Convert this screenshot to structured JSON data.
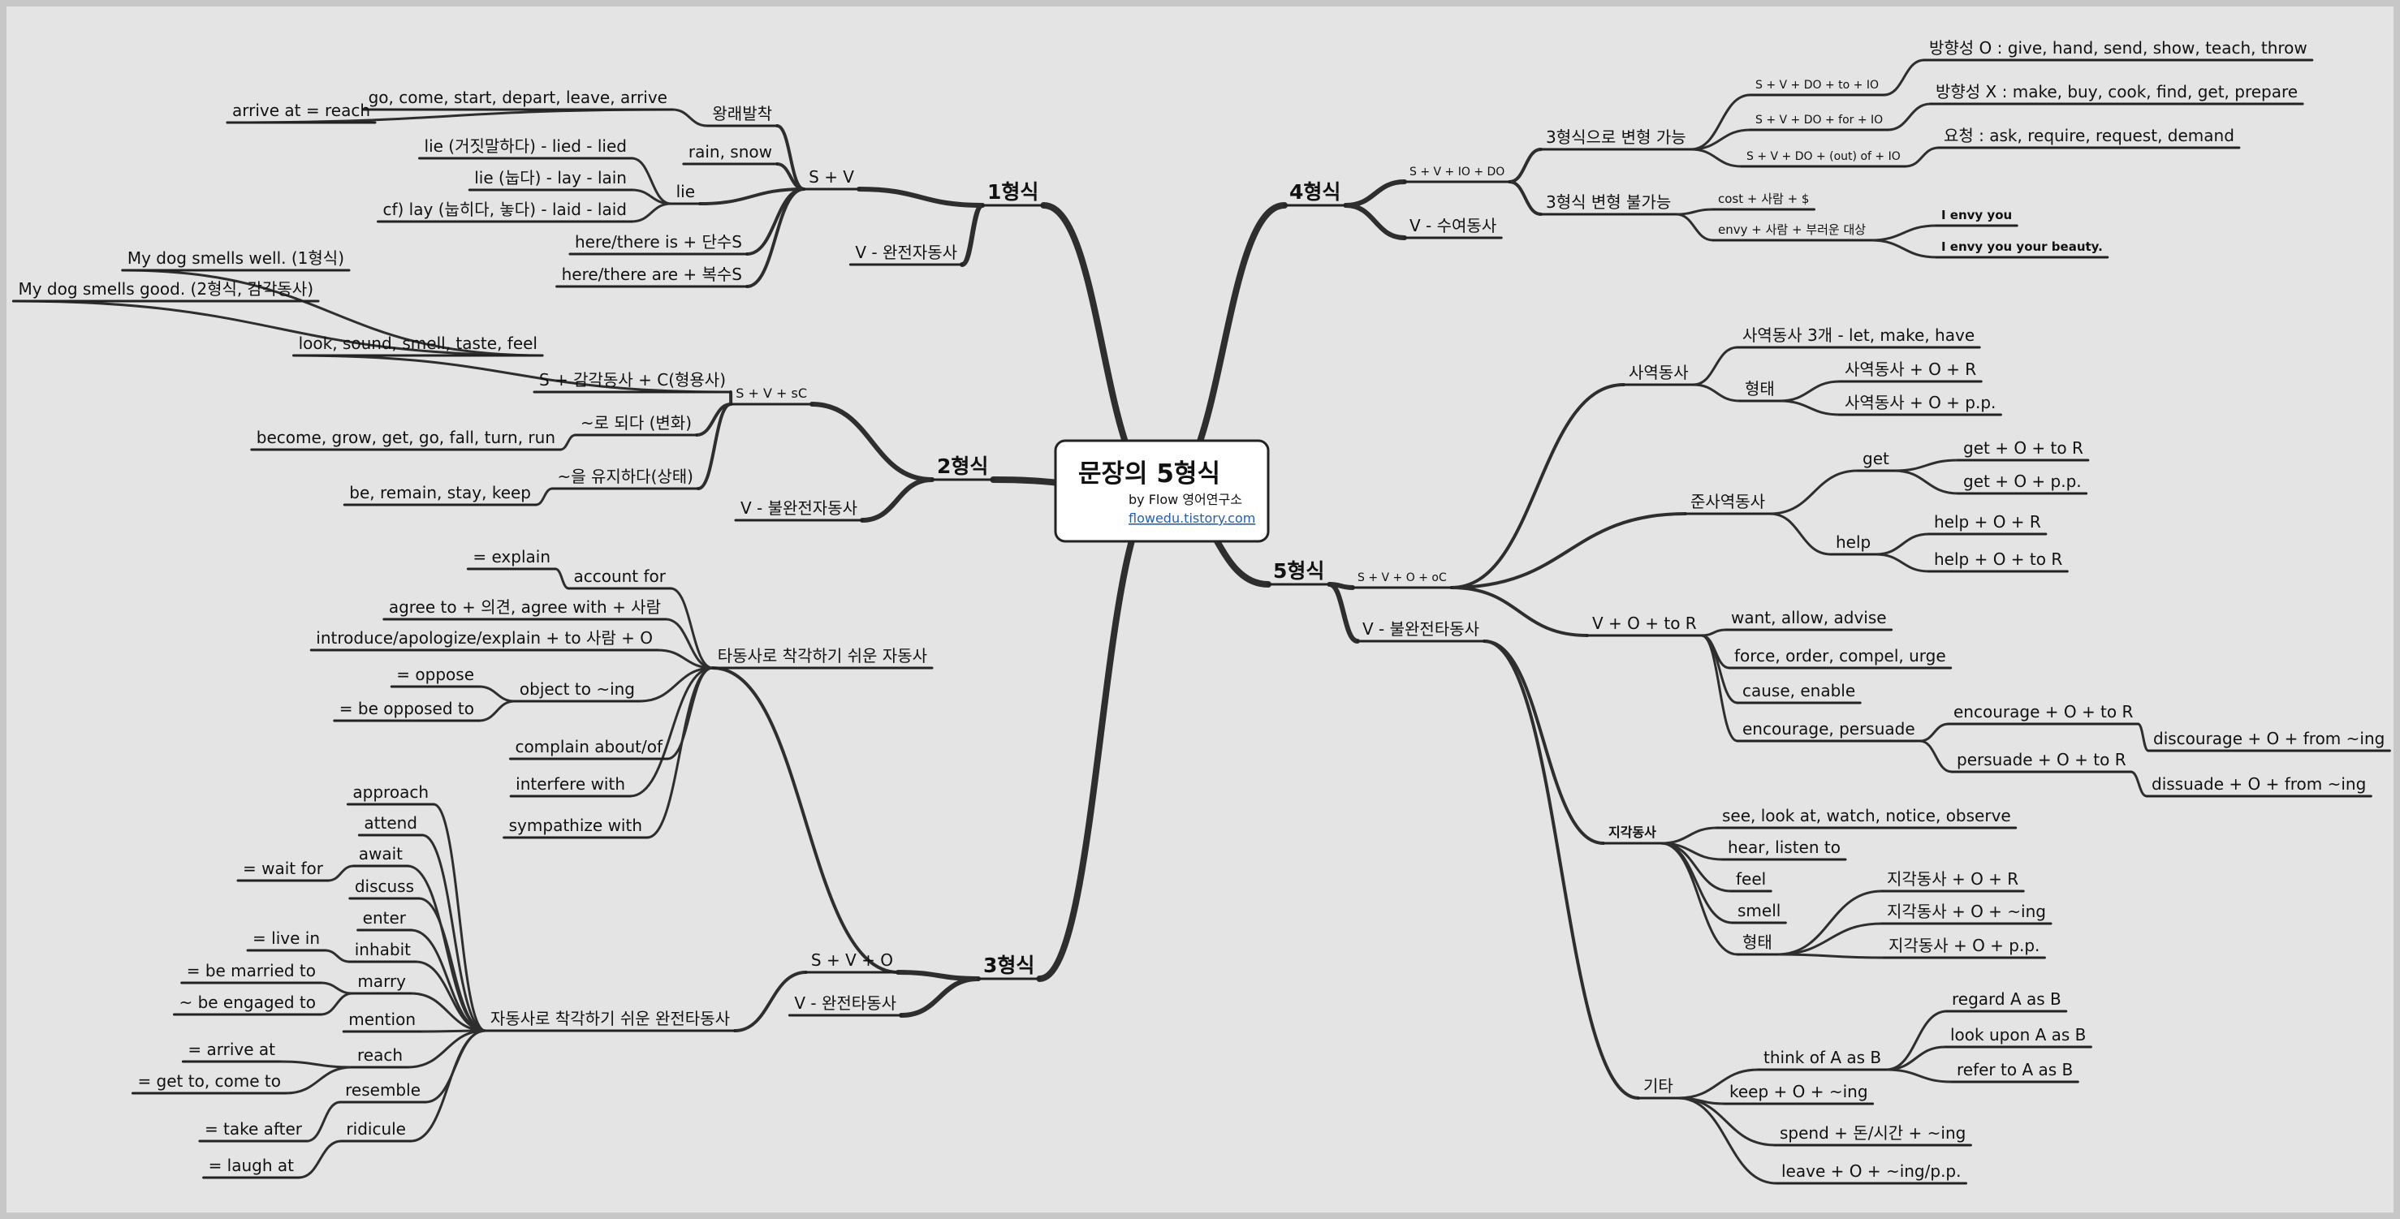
{
  "center": {
    "title": "문장의 5형식",
    "byline": "by Flow 영어연구소",
    "link": "flowedu.tistory.com"
  },
  "branches": {
    "f1": "1형식",
    "f2": "2형식",
    "f3": "3형식",
    "f4": "4형식",
    "f5": "5형식"
  },
  "nodes": {
    "f1_sv": "S + V",
    "f1_v": "V - 완전자동사",
    "f1_round": "왕래발착",
    "f1_round_list": "go, come, start, depart, leave, arrive",
    "f1_arrive": "arrive at = reach",
    "f1_rain": "rain, snow",
    "f1_lie": "lie",
    "f1_lie1": "lie (거짓말하다) - lied - lied",
    "f1_lie2": "lie (눕다) - lay - lain",
    "f1_lie3": "cf) lay (눕히다, 놓다) - laid - laid",
    "f1_here1": "here/there is + 단수S",
    "f1_here2": "here/there are + 복수S",
    "f2_svsc": "S + V + sC",
    "f2_v": "V - 불완전자동사",
    "f2_sense": "S + 감각동사 + C(형용사)",
    "f2_sense_list": "look, sound, smell, taste, feel",
    "f2_dog1": "My dog smells well. (1형식)",
    "f2_dog2": "My dog smells good. (2형식, 감각동사)",
    "f2_become": "~로 되다 (변화)",
    "f2_become_list": "become, grow, get, go, fall, turn, run",
    "f2_keep": "~을 유지하다(상태)",
    "f2_keep_list": "be, remain, stay, keep",
    "f3_svo": "S + V + O",
    "f3_v": "V - 완전타동사",
    "f3_intr": "타동사로 착각하기 쉬운 자동사",
    "f3_account": "account for",
    "f3_explain": "= explain",
    "f3_agree": "agree to + 의견, agree with + 사람",
    "f3_introduce": "introduce/apologize/explain + to 사람 + O",
    "f3_object": "object to ~ing",
    "f3_oppose": "= oppose",
    "f3_opposed": "= be opposed to",
    "f3_complain": "complain about/of",
    "f3_interfere": "interfere with",
    "f3_sympathize": "sympathize with",
    "f3_trans": "자동사로 착각하기 쉬운 완전타동사",
    "f3_approach": "approach",
    "f3_attend": "attend",
    "f3_await": "await",
    "f3_waitfor": "= wait for",
    "f3_discuss": "discuss",
    "f3_enter": "enter",
    "f3_inhabit": "inhabit",
    "f3_livein": "= live in",
    "f3_marry": "marry",
    "f3_married": "= be married to",
    "f3_engaged": "~ be engaged to",
    "f3_mention": "mention",
    "f3_reach": "reach",
    "f3_arriveat": "= arrive at",
    "f3_getto": "= get to, come to",
    "f3_resemble": "resemble",
    "f3_takeafter": "= take after",
    "f3_ridicule": "ridicule",
    "f3_laughat": "= laugh at",
    "f4_svio": "S + V + IO + DO",
    "f4_v": "V - 수여동사",
    "f4_conv": "3형식으로 변형 가능",
    "f4_to": "S + V +  DO + to + IO",
    "f4_for": "S + V +  DO + for + IO",
    "f4_of": "S + V +  DO + (out) of + IO",
    "f4_dir_o": "방향성 O : give, hand, send, show, teach, throw",
    "f4_dir_x": "방향성 X : make, buy, cook, find, get, prepare",
    "f4_req": "요청 : ask, require, request, demand",
    "f4_noconv": "3형식 변형 불가능",
    "f4_cost": "cost + 사람 + $",
    "f4_envy": "envy + 사람 + 부러운 대상",
    "f4_envy1": "I envy you",
    "f4_envy2": "I envy you your beauty.",
    "f5_svoc": "S + V + O + oC",
    "f5_v": "V - 불완전타동사",
    "f5_caus": "사역동사",
    "f5_caus3": "사역동사 3개 - let, make, have",
    "f5_form": "형태",
    "f5_caus_r": "사역동사 + O + R",
    "f5_caus_pp": "사역동사 + O + p.p.",
    "f5_semi": "준사역동사",
    "f5_get": "get",
    "f5_get1": "get + O + to R",
    "f5_get2": "get + O + p.p.",
    "f5_help": "help",
    "f5_help1": "help + O + R",
    "f5_help2": "help + O + to R",
    "f5_vtor": "V + O + to R",
    "f5_want": "want, allow, advise",
    "f5_force": "force, order, compel, urge",
    "f5_cause": "cause, enable",
    "f5_enc": "encourage, persuade",
    "f5_enc1": "encourage + O + to R",
    "f5_enc1x": "discourage + O + from ~ing",
    "f5_per1": "persuade + O + to R",
    "f5_per1x": "dissuade + O + from ~ing",
    "f5_perc": "지각동사",
    "f5_see": "see, look at, watch, notice, observe",
    "f5_hear": "hear, listen to",
    "f5_feel": "feel",
    "f5_smell": "smell",
    "f5_perc_form": "형태",
    "f5_perc1": "지각동사 + O + R",
    "f5_perc2": "지각동사 + O + ~ing",
    "f5_perc3": "지각동사 + O + p.p.",
    "f5_etc": "기타",
    "f5_think": "think of A as B",
    "f5_regard": "regard A as B",
    "f5_look": "look upon A as B",
    "f5_refer": "refer to A as B",
    "f5_keep": "keep + O + ~ing",
    "f5_spend": "spend + 돈/시간 + ~ing",
    "f5_leave": "leave + O + ~ing/p.p."
  }
}
